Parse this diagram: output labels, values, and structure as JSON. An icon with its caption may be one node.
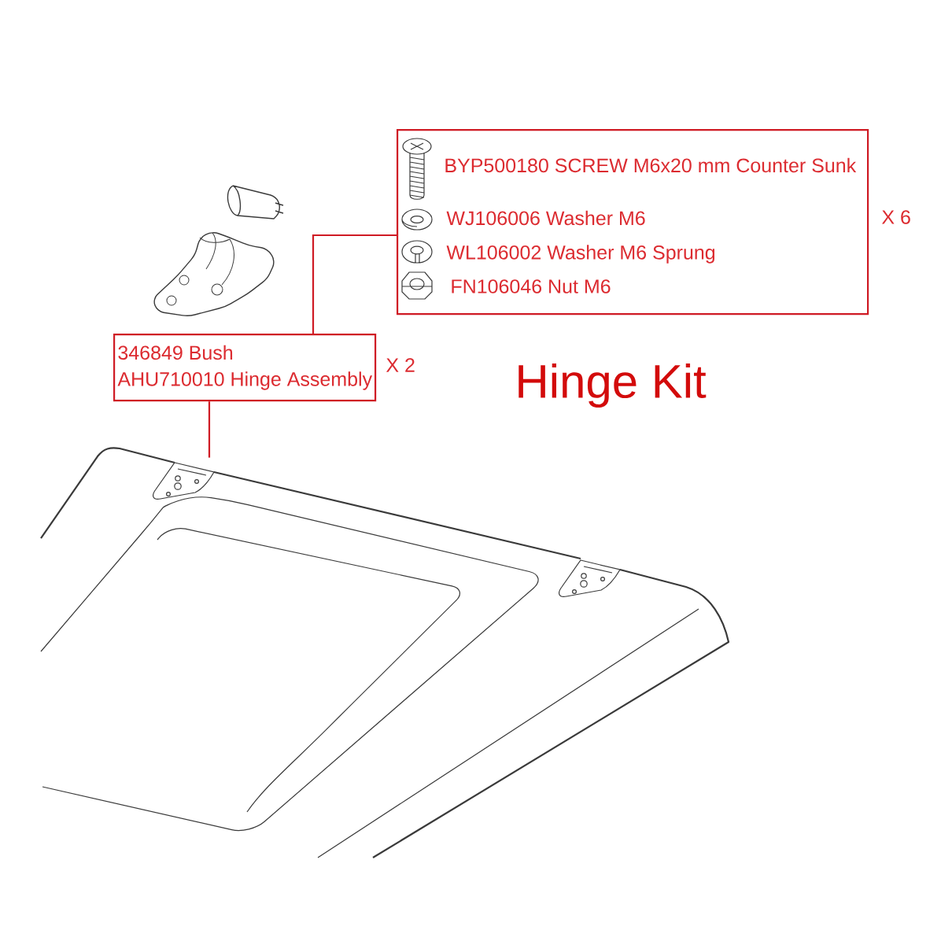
{
  "diagram": {
    "title": "Hinge Kit",
    "nodes": [
      {
        "text": [
          "BYP500180 SCREW M6x20 mm Counter Sunk",
          "WJ106006 Washer M6",
          "WL106002 Washer M6 Sprung",
          "FN106046 Nut M6"
        ],
        "beside": [
          "X 6"
        ]
      },
      {
        "text": [
          "346849 Bush",
          "AHU710010 Hinge Assembly"
        ],
        "beside": [
          "X 2"
        ]
      },
      {
        "text": [],
        "shape": "picture"
      }
    ],
    "edges": [
      {
        "from": 1,
        "to": 0,
        "arrow": "none"
      },
      {
        "from": 1,
        "to": 2,
        "arrow": "none"
      }
    ]
  }
}
